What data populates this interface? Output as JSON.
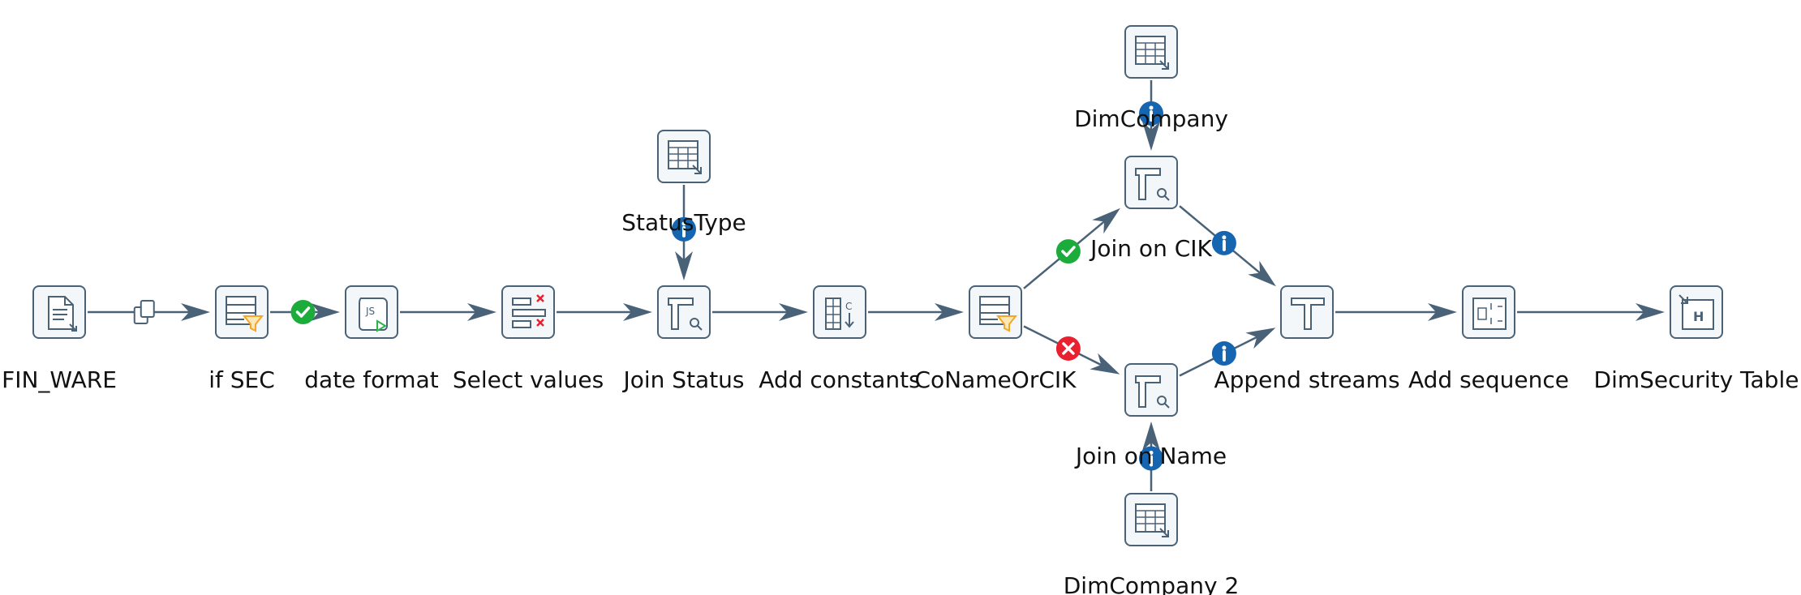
{
  "steps": [
    {
      "id": "fin_ware",
      "label": "FIN_WARE",
      "icon": "text-file-input-icon"
    },
    {
      "id": "if_sec",
      "label": "if SEC",
      "icon": "filter-rows-icon"
    },
    {
      "id": "date_format",
      "label": "date format",
      "icon": "javascript-script-icon"
    },
    {
      "id": "select_values",
      "label": "Select values",
      "icon": "select-values-icon"
    },
    {
      "id": "join_status",
      "label": "Join Status",
      "icon": "stream-lookup-icon"
    },
    {
      "id": "status_type",
      "label": "StatusType",
      "icon": "table-input-icon"
    },
    {
      "id": "add_constants",
      "label": "Add constants",
      "icon": "add-constants-icon"
    },
    {
      "id": "conameorcik",
      "label": "CoNameOrCIK",
      "icon": "filter-rows-icon"
    },
    {
      "id": "dim_company",
      "label": "DimCompany",
      "icon": "table-input-icon"
    },
    {
      "id": "join_on_cik",
      "label": "Join on CIK",
      "icon": "stream-lookup-icon"
    },
    {
      "id": "join_on_name",
      "label": "Join on Name",
      "icon": "stream-lookup-icon"
    },
    {
      "id": "dim_company_2",
      "label": "DimCompany 2",
      "icon": "table-input-icon"
    },
    {
      "id": "append_streams",
      "label": "Append streams",
      "icon": "append-streams-icon"
    },
    {
      "id": "add_sequence",
      "label": "Add sequence",
      "icon": "add-sequence-icon"
    },
    {
      "id": "dimsecurity_table",
      "label": "DimSecurity Table",
      "icon": "table-output-icon"
    }
  ],
  "hops": [
    {
      "from": "fin_ware",
      "to": "if_sec",
      "badge": "copy-rows-icon"
    },
    {
      "from": "if_sec",
      "to": "date_format",
      "badge": "true-check-icon"
    },
    {
      "from": "date_format",
      "to": "select_values",
      "badge": ""
    },
    {
      "from": "select_values",
      "to": "join_status",
      "badge": ""
    },
    {
      "from": "status_type",
      "to": "join_status",
      "badge": "info-icon"
    },
    {
      "from": "join_status",
      "to": "add_constants",
      "badge": ""
    },
    {
      "from": "add_constants",
      "to": "conameorcik",
      "badge": ""
    },
    {
      "from": "conameorcik",
      "to": "join_on_cik",
      "badge": "true-check-icon"
    },
    {
      "from": "conameorcik",
      "to": "join_on_name",
      "badge": "false-cross-icon"
    },
    {
      "from": "dim_company",
      "to": "join_on_cik",
      "badge": "info-icon"
    },
    {
      "from": "dim_company_2",
      "to": "join_on_name",
      "badge": "info-icon"
    },
    {
      "from": "join_on_cik",
      "to": "append_streams",
      "badge": "info-icon"
    },
    {
      "from": "join_on_name",
      "to": "append_streams",
      "badge": "info-icon"
    },
    {
      "from": "append_streams",
      "to": "add_sequence",
      "badge": ""
    },
    {
      "from": "add_sequence",
      "to": "dimsecurity_table",
      "badge": ""
    }
  ],
  "colors": {
    "hop": "#4a6278",
    "node_border": "#4a6278",
    "node_fill": "#f4f7fa",
    "true_badge": "#1cac3c",
    "false_badge": "#e8202f",
    "info_badge": "#1565b0",
    "filter_accent": "#f5a623",
    "script_accent": "#2db34a",
    "remove_accent": "#e8202f"
  }
}
